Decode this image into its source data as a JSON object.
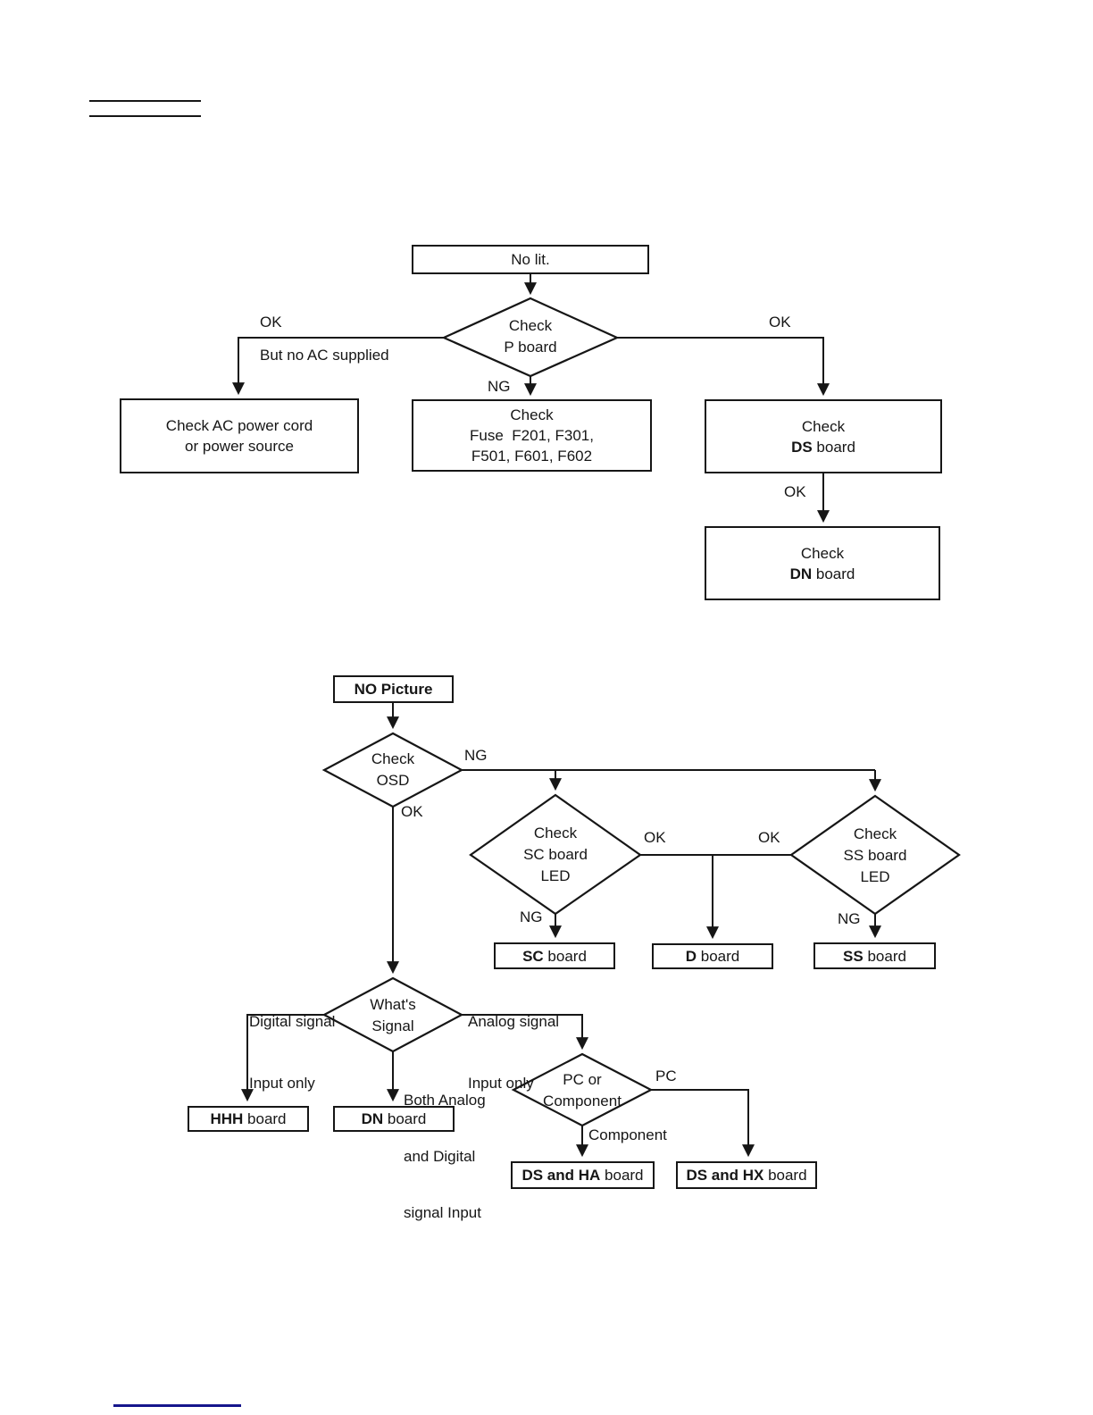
{
  "colors": {
    "line": "#161616",
    "link": "#16168c"
  },
  "flow1": {
    "no_lit": "No lit.",
    "p_board": {
      "l1": "Check",
      "l2": "P board"
    },
    "ok_left": "OK",
    "but_no_ac": "But no AC supplied",
    "ng": "NG",
    "ok_right": "OK",
    "ok_mid": "OK",
    "check_ac": {
      "l1": "Check AC power cord",
      "l2": "or power source"
    },
    "check_fuse": {
      "l1": "Check",
      "l2": "Fuse  F201, F301,",
      "l3": "F501, F601, F602"
    },
    "check_ds": {
      "l1": "Check",
      "bold": "DS",
      "rest": " board"
    },
    "check_dn": {
      "l1": "Check",
      "bold": "DN",
      "rest": " board"
    }
  },
  "flow2": {
    "no_picture": "NO Picture",
    "osd": {
      "l1": "Check",
      "l2": "OSD"
    },
    "ng_osd": "NG",
    "ok_osd": "OK",
    "sc_led": {
      "l1": "Check",
      "l2": "SC board",
      "l3": "LED"
    },
    "ss_led": {
      "l1": "Check",
      "l2": "SS board",
      "l3": "LED"
    },
    "ok_sc": "OK",
    "ok_ss": "OK",
    "ng_sc": "NG",
    "ng_ss": "NG",
    "sc_board": {
      "bold": "SC",
      "rest": " board"
    },
    "d_board": {
      "bold": "D",
      "rest": " board"
    },
    "ss_board": {
      "bold": "SS",
      "rest": " board"
    },
    "signal": {
      "l1": "What's",
      "l2": "Signal"
    },
    "digital": {
      "l1": "Digital signal",
      "l2": "Input only"
    },
    "analog": {
      "l1": "Analog signal",
      "l2": "Input only"
    },
    "both": {
      "l1": "Both Analog",
      "l2": "and Digital",
      "l3": "signal Input"
    },
    "hhh_board": {
      "bold": "HHH",
      "rest": " board"
    },
    "dn_board": {
      "bold": "DN",
      "rest": " board"
    },
    "pc_component": {
      "l1": "PC or",
      "l2": "Component"
    },
    "pc": "PC",
    "component": "Component",
    "ds_ha_board": {
      "bold": "DS and HA",
      "rest": " board"
    },
    "ds_hx_board": {
      "bold": "DS and HX",
      "rest": " board"
    }
  }
}
